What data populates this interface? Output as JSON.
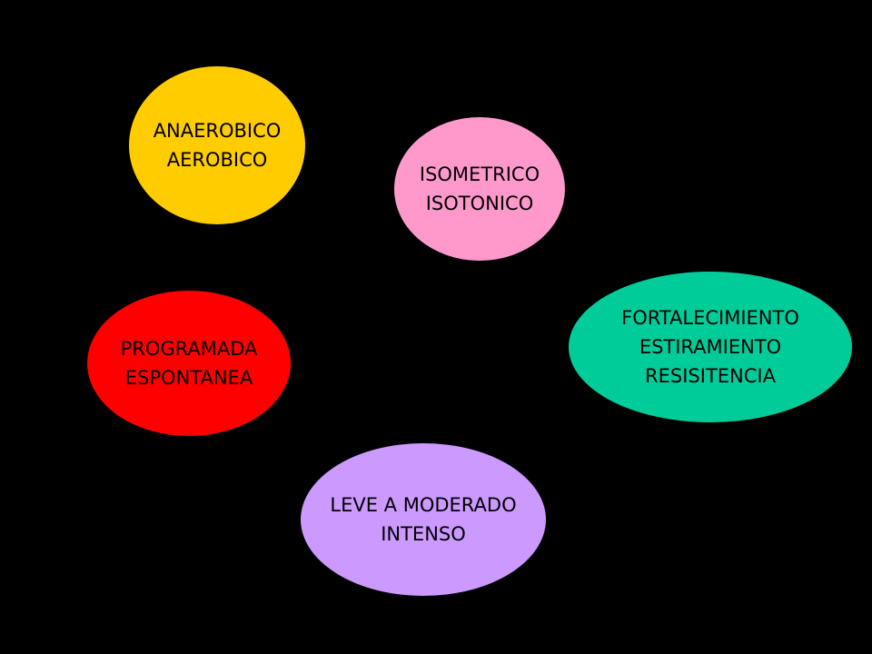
{
  "colors": {
    "background": "#000000",
    "yellow": "#FFCC00",
    "pink": "#FF99CC",
    "teal": "#00CC99",
    "red": "#FF0000",
    "lavender": "#CC99FF",
    "text": "#000000"
  },
  "bubbles": {
    "anaerobico": {
      "color": "#FFCC00",
      "lines": [
        "ANAEROBICO",
        "AEROBICO"
      ]
    },
    "isometrico": {
      "color": "#FF99CC",
      "lines": [
        "ISOMETRICO",
        "ISOTONICO"
      ]
    },
    "fortalecimiento": {
      "color": "#00CC99",
      "lines": [
        "FORTALECIMIENTO",
        "ESTIRAMIENTO",
        "RESISITENCIA"
      ]
    },
    "programada": {
      "color": "#FF0000",
      "lines": [
        "PROGRAMADA",
        "ESPONTANEA"
      ]
    },
    "leve": {
      "color": "#CC99FF",
      "lines": [
        "LEVE A MODERADO",
        "INTENSO"
      ]
    }
  }
}
